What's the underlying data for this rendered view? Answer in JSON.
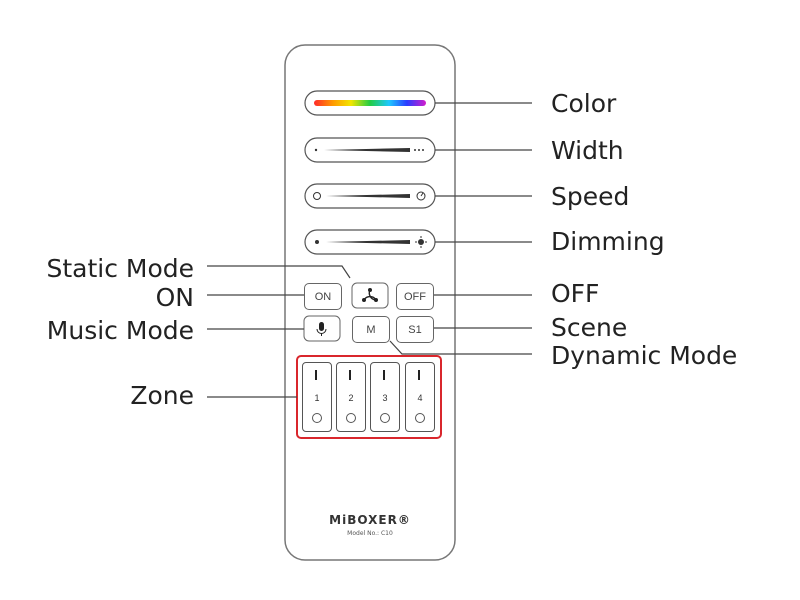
{
  "labels_right": {
    "color": "Color",
    "width": "Width",
    "speed": "Speed",
    "dimming": "Dimming",
    "off": "OFF",
    "scene": "Scene",
    "dynamic_mode": "Dynamic Mode"
  },
  "labels_left": {
    "static_mode": "Static Mode",
    "on": "ON",
    "music_mode": "Music Mode",
    "zone": "Zone"
  },
  "buttons": {
    "on": "ON",
    "off": "OFF",
    "m": "M",
    "s1": "S1"
  },
  "zones": [
    "1",
    "2",
    "3",
    "4"
  ],
  "brand": {
    "logo": "MiBOXER®",
    "model": "Model No.: C10"
  },
  "colors": {
    "zone_highlight": "#d9262c",
    "outline": "#555555"
  }
}
